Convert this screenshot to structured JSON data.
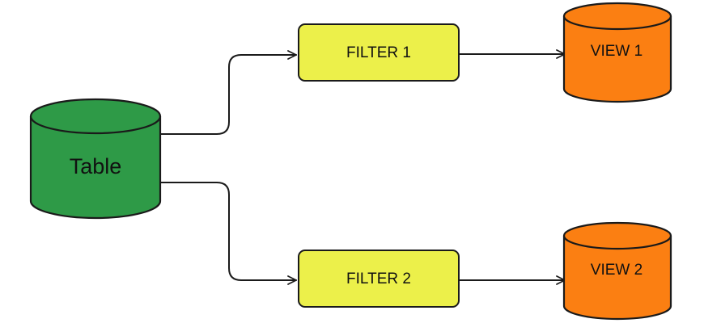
{
  "diagram": {
    "source": {
      "label": "Table",
      "fill": "#2e9a47"
    },
    "filters": [
      {
        "label": "FILTER 1",
        "fill": "#ecf04a"
      },
      {
        "label": "FILTER 2",
        "fill": "#ecf04a"
      }
    ],
    "views": [
      {
        "label": "VIEW 1",
        "fill": "#fb7f12"
      },
      {
        "label": "VIEW 2",
        "fill": "#fb7f12"
      }
    ],
    "stroke_color": "#1a1a1a"
  }
}
